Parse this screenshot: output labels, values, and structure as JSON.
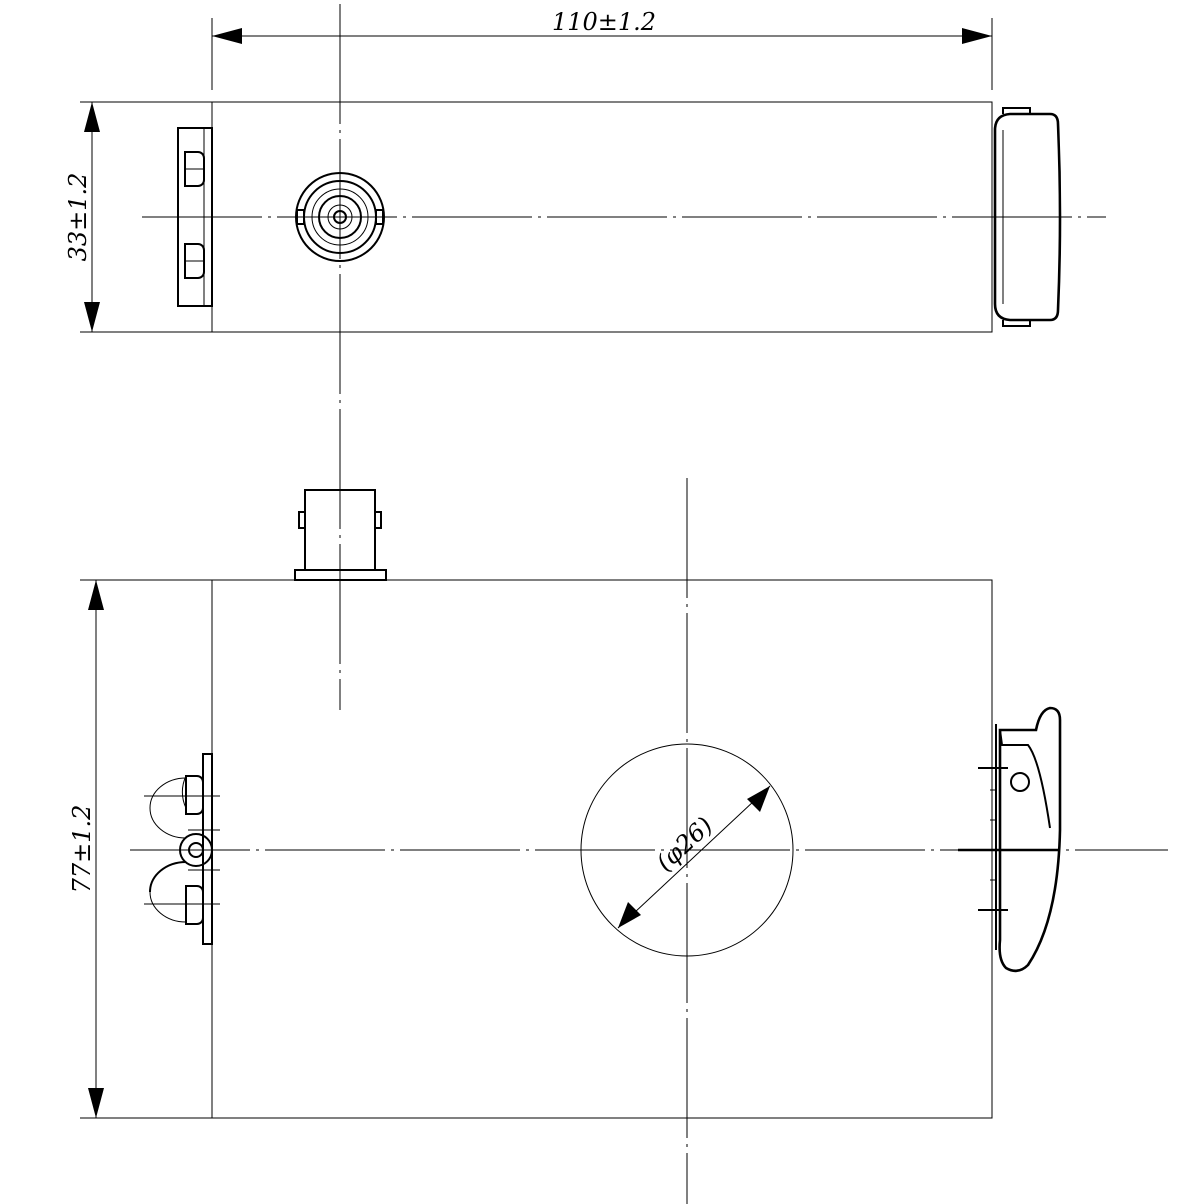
{
  "dimensions": {
    "length": "110±1.2",
    "top_height": "33±1.2",
    "front_height": "77±1.2",
    "window_diameter": "(φ26)"
  },
  "colors": {
    "stroke": "#000000",
    "background": "#ffffff"
  }
}
